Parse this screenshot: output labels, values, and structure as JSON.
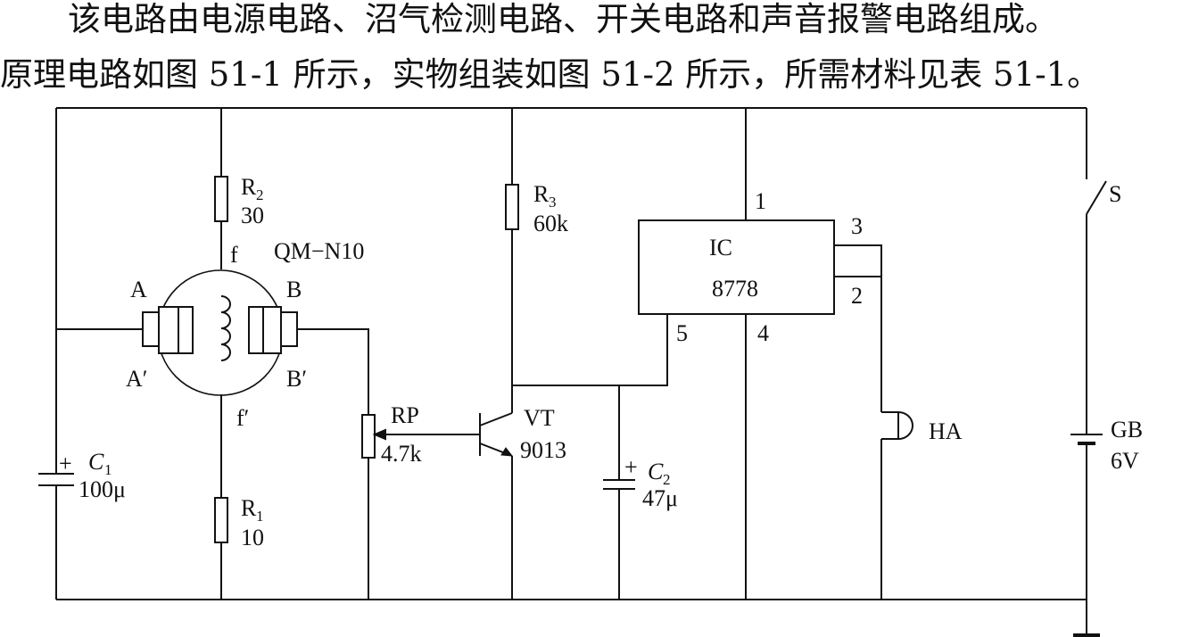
{
  "text": {
    "para1": "该电路由电源电路、沼气检测电路、开关电路和声音报警电路组成。",
    "para2": "原理电路如图 51-1 所示，实物组装如图 51-2 所示，所需材料见表 51-1。"
  },
  "labels": {
    "r2": "R",
    "r2_sub": "2",
    "r2_val": "30",
    "r1": "R",
    "r1_sub": "1",
    "r1_val": "10",
    "r3": "R",
    "r3_sub": "3",
    "r3_val": "60k",
    "sensor_model": "QM−N10",
    "pin_f": "f",
    "pin_f2": "f′",
    "pin_A": "A",
    "pin_A2": "A′",
    "pin_B": "B",
    "pin_B2": "B′",
    "rp": "RP",
    "rp_val": "4.7k",
    "vt": "VT",
    "vt_val": "9013",
    "c1_plus": "+",
    "c1": "C",
    "c1_sub": "1",
    "c1_val": "100μ",
    "c2_plus": "+",
    "c2": "C",
    "c2_sub": "2",
    "c2_val": "47μ",
    "ic": "IC",
    "ic_val": "8778",
    "ic_pin1": "1",
    "ic_pin2": "2",
    "ic_pin3": "3",
    "ic_pin4": "4",
    "ic_pin5": "5",
    "ha": "HA",
    "switch": "S",
    "gb": "GB",
    "gb_val": "6V"
  }
}
